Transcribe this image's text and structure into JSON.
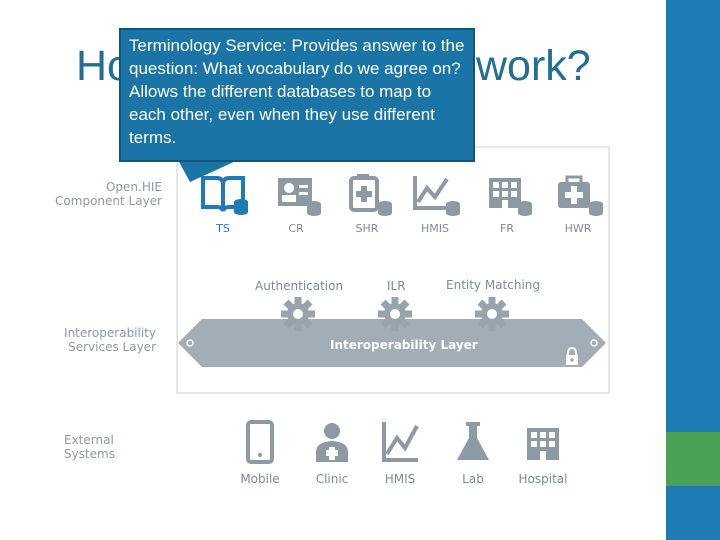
{
  "title": {
    "part1": "Ho",
    "part2": "work?"
  },
  "callout": {
    "text": "Terminology Service: Provides answer to the question: What vocabulary do we agree on? Allows the different databases to map to each other, even when they use different terms."
  },
  "layers": {
    "component": "Open.HIE Component Layer",
    "interoperability": "Interoperability Services Layer",
    "external": "External Systems"
  },
  "components": [
    {
      "label": "TS",
      "icon": "book-database-icon",
      "active": true
    },
    {
      "label": "CR",
      "icon": "id-card-icon"
    },
    {
      "label": "SHR",
      "icon": "health-record-icon"
    },
    {
      "label": "HMIS",
      "icon": "line-chart-icon"
    },
    {
      "label": "FR",
      "icon": "building-icon"
    },
    {
      "label": "HWR",
      "icon": "medical-kit-icon"
    }
  ],
  "services": {
    "authentication": "Authentication",
    "ilr": "ILR",
    "entity_matching": "Entity Matching",
    "band_label": "Interoperability Layer"
  },
  "external_systems": [
    {
      "label": "Mobile",
      "icon": "mobile-phone-icon"
    },
    {
      "label": "Clinic",
      "icon": "doctor-icon"
    },
    {
      "label": "HMIS",
      "icon": "line-chart-icon"
    },
    {
      "label": "Lab",
      "icon": "flask-icon"
    },
    {
      "label": "Hospital",
      "icon": "hospital-icon"
    }
  ],
  "colors": {
    "accent_blue": "#1f7bb3",
    "accent_green": "#4aa355",
    "icon_gray": "#8c9aa4"
  }
}
